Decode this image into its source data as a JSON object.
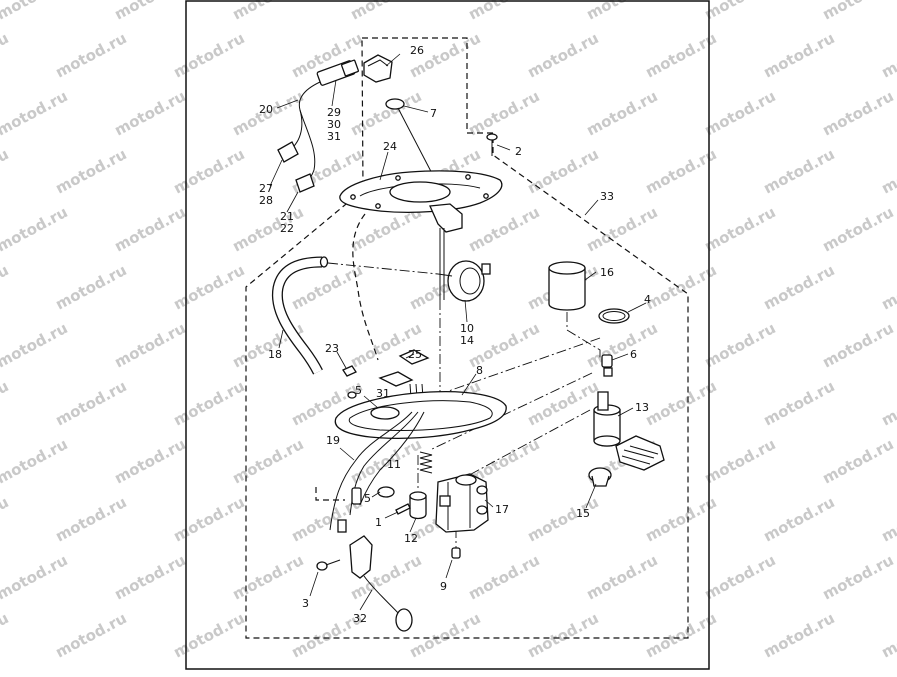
{
  "watermark": {
    "text": "motod.ru"
  },
  "callouts": [
    {
      "id": "26",
      "label": "26"
    },
    {
      "id": "20",
      "label": "20"
    },
    {
      "id": "29",
      "label": "29"
    },
    {
      "id": "30",
      "label": "30"
    },
    {
      "id": "31a",
      "label": "31"
    },
    {
      "id": "7",
      "label": "7"
    },
    {
      "id": "24",
      "label": "24"
    },
    {
      "id": "2",
      "label": "2"
    },
    {
      "id": "27",
      "label": "27"
    },
    {
      "id": "28",
      "label": "28"
    },
    {
      "id": "21",
      "label": "21"
    },
    {
      "id": "22",
      "label": "22"
    },
    {
      "id": "33",
      "label": "33"
    },
    {
      "id": "16",
      "label": "16"
    },
    {
      "id": "4",
      "label": "4"
    },
    {
      "id": "10",
      "label": "10"
    },
    {
      "id": "14",
      "label": "14"
    },
    {
      "id": "18",
      "label": "18"
    },
    {
      "id": "23",
      "label": "23"
    },
    {
      "id": "25",
      "label": "25"
    },
    {
      "id": "6",
      "label": "6"
    },
    {
      "id": "5a",
      "label": "5"
    },
    {
      "id": "31b",
      "label": "31"
    },
    {
      "id": "8",
      "label": "8"
    },
    {
      "id": "13",
      "label": "13"
    },
    {
      "id": "19",
      "label": "19"
    },
    {
      "id": "11",
      "label": "11"
    },
    {
      "id": "5b",
      "label": "5"
    },
    {
      "id": "15",
      "label": "15"
    },
    {
      "id": "17",
      "label": "17"
    },
    {
      "id": "1",
      "label": "1"
    },
    {
      "id": "12",
      "label": "12"
    },
    {
      "id": "9",
      "label": "9"
    },
    {
      "id": "3",
      "label": "3"
    },
    {
      "id": "32",
      "label": "32"
    }
  ]
}
